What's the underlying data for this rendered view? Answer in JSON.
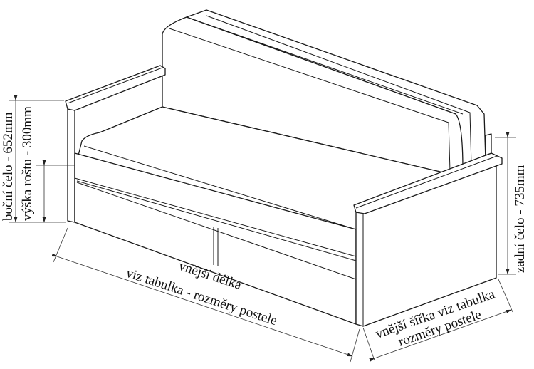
{
  "labels": {
    "side_panel": "boční čelo - 652mm",
    "slat_height": "výška roštu - 300mm",
    "back_panel": "zadní čelo - 735mm",
    "outer_length": "vnější délka",
    "outer_length_note": "viz tabulka - rozměry postele",
    "outer_width": "vnější šířka viz tabulka",
    "outer_width_note": "rozměry postele"
  }
}
